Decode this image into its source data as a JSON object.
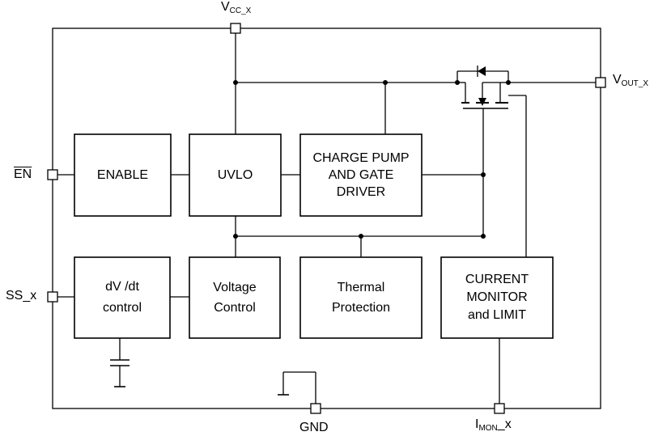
{
  "pins": {
    "vcc": {
      "main": "V",
      "sub": "CC_X"
    },
    "vout": {
      "main": "V",
      "sub": "OUT_X"
    },
    "en": "EN",
    "ss": "SS_x",
    "gnd": "GND",
    "imon": {
      "main": "I",
      "sub": "MON",
      "suffix": "_x"
    }
  },
  "blocks": {
    "enable": "ENABLE",
    "uvlo": "UVLO",
    "charge_pump": [
      "CHARGE PUMP",
      "AND GATE",
      "DRIVER"
    ],
    "dvdt": [
      "dV /dt",
      "control"
    ],
    "voltage_control": [
      "Voltage",
      "Control"
    ],
    "thermal": [
      "Thermal",
      "Protection"
    ],
    "current_monitor": [
      "CURRENT",
      "MONITOR",
      "and LIMIT"
    ]
  }
}
